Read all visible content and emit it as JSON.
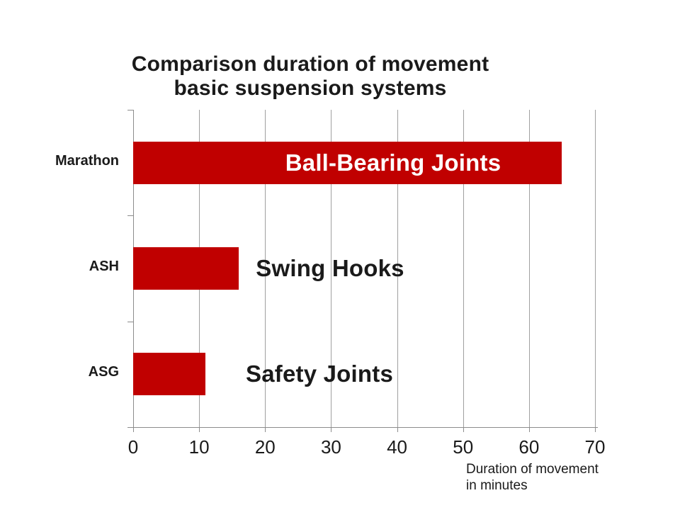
{
  "title": {
    "line1": "Comparison duration of movement",
    "line2": "basic suspension systems"
  },
  "xaxis": {
    "label_line1": "Duration of movement",
    "label_line2": "in minutes",
    "ticks": [
      "0",
      "10",
      "20",
      "30",
      "40",
      "50",
      "60",
      "70"
    ]
  },
  "colors": {
    "bar": "#c00000",
    "grid": "#a0a0a0",
    "axis": "#8c8c8c",
    "text": "#1a1a1a",
    "bar_label_inside": "#ffffff"
  },
  "chart_data": {
    "type": "bar",
    "orientation": "horizontal",
    "title": "Comparison duration of movement basic suspension systems",
    "xlabel": "Duration of movement in minutes",
    "ylabel": "",
    "categories": [
      "Marathon",
      "ASH",
      "ASG"
    ],
    "values": [
      65,
      16,
      11
    ],
    "bar_labels": [
      "Ball-Bearing Joints",
      "Swing Hooks",
      "Safety Joints"
    ],
    "bar_label_colors": [
      "#ffffff",
      "#1a1a1a",
      "#1a1a1a"
    ],
    "bar_color": "#c00000",
    "xlim": [
      0,
      70
    ],
    "xtick_step": 10,
    "grid": true,
    "legend": false
  }
}
